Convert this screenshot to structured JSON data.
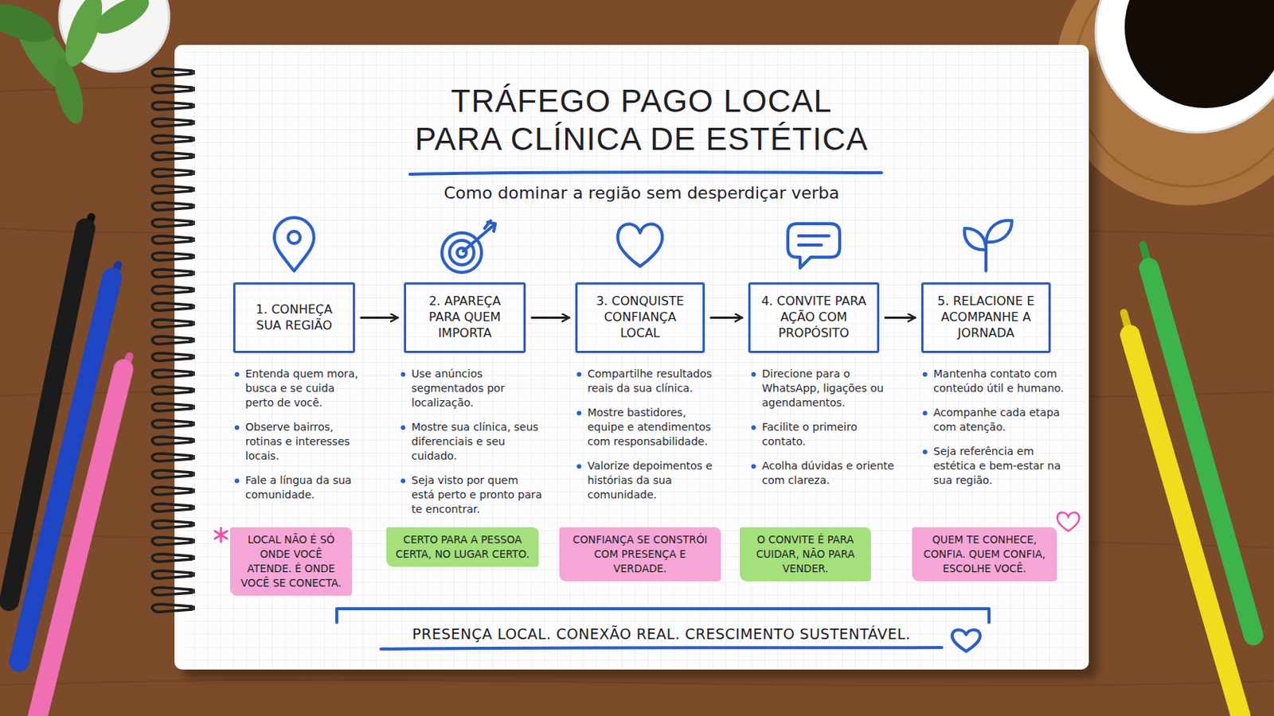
{
  "diagram": {
    "title": "TRÁFEGO PAGO LOCAL PARA CLÍNICA DE ESTÉTICA",
    "nodes": [
      {
        "text": [
          "1. CONHEÇA SUA REGIÃO"
        ]
      },
      {
        "text": [
          "2. APAREÇA PARA QUEM IMPORTA"
        ]
      },
      {
        "text": [
          "3. CONQUISTE CONFIANÇA LOCAL"
        ]
      },
      {
        "text": [
          "4. CONVITE PARA AÇÃO COM PROPÓSITO"
        ]
      },
      {
        "text": [
          "5. RELACIONE E ACOMPANHE A JORNADA"
        ]
      },
      {
        "text": [
          "LOCAL NÃO É SÓ ONDE VOCÊ ATENDE. É ONDE VOCÊ SE CONECTA."
        ]
      },
      {
        "text": [
          "CERTO PARA A PESSOA CERTA, NO LUGAR CERTO."
        ]
      },
      {
        "text": [
          "CONFIANÇA SE CONSTRÓI COM PRESENÇA E VERDADE."
        ]
      },
      {
        "text": [
          "O CONVITE É PARA CUIDAR, NÃO PARA VENDER."
        ]
      },
      {
        "text": [
          "QUEM TE CONHECE, CONFIA. QUEM CONFIA, ESCOLHE VOCÊ."
        ]
      }
    ],
    "edges": [
      {
        "from": 0,
        "to": 1,
        "arrow": "to"
      },
      {
        "from": 1,
        "to": 2,
        "arrow": "to"
      },
      {
        "from": 2,
        "to": 3,
        "arrow": "to"
      },
      {
        "from": 3,
        "to": 4,
        "arrow": "to"
      }
    ],
    "labels": [
      "Como dominar a região sem desperdiçar verba",
      "Entenda quem mora, busca e se cuida perto de você.",
      "Observe bairros, rotinas e interesses locais.",
      "Fale a língua da sua comunidade.",
      "Use anúncios segmentados por localização.",
      "Mostre sua clínica, seus diferenciais e seu cuidado.",
      "Seja visto por quem está perto e pronto para te encontrar.",
      "Compartilhe resultados reais da sua clínica.",
      "Mostre bastidores, equipe e atendimentos com responsabilidade.",
      "Valorize depoimentos e histórias da sua comunidade.",
      "Direcione para o WhatsApp, ligações ou agendamentos.",
      "Facilite o primeiro contato.",
      "Acolha dúvidas e oriente com clareza.",
      "Mantenha contato com conteúdo útil e humano.",
      "Acompanhe cada etapa com atenção.",
      "Seja referência em estética e bem-estar na sua região.",
      "PRESENÇA LOCAL. CONEXÃO REAL. CRESCIMENTO SUSTENTÁVEL."
    ]
  }
}
